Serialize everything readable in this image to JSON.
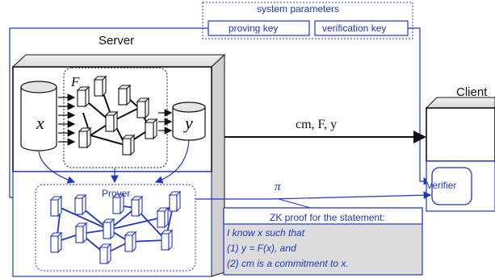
{
  "system_parameters": {
    "title": "system parameters",
    "proving_key": "proving key",
    "verification_key": "verification key"
  },
  "server": {
    "title": "Server",
    "input_var": "x",
    "function_var": "F",
    "output_var": "y"
  },
  "client": {
    "title": "Client",
    "verifier_label": "Verifier"
  },
  "message": "cm, F, y",
  "prover_label": "Prover",
  "proof_symbol": "π",
  "proof_box": {
    "title": "ZK proof for the statement:",
    "lines": [
      "I know x such that",
      "(1) y = F(x), and",
      "(2) cm is a commitment to x."
    ]
  },
  "colors": {
    "blue": "#1f36c4",
    "black": "#111111",
    "grey_box": "#dcdcdc",
    "top_face": "#e8e8e8"
  }
}
